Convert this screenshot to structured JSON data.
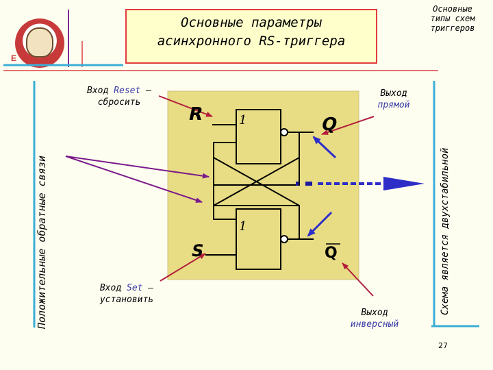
{
  "title": {
    "line1": "Основные параметры",
    "line2": "асинхронного RS-триггера"
  },
  "corner_note": {
    "line1": "Основные",
    "line2": "типы схем",
    "line3": "триггеров"
  },
  "left_vertical_text": "Положительные обратные связи",
  "right_vertical_text": "Схема является двухстабильной",
  "logo_letter": "E",
  "labels": {
    "reset_prefix": "Вход",
    "reset_word": "Reset",
    "reset_suffix": " –",
    "reset_line2": "сбросить",
    "set_prefix": "Вход",
    "set_word": "Set",
    "set_suffix": " –",
    "set_line2": "установить",
    "q_out_line1": "Выход",
    "q_out_line2": "прямой",
    "qbar_out_line1": "Выход",
    "qbar_out_line2": "инверсный"
  },
  "circuit": {
    "input_r": "R",
    "input_s": "S",
    "gate_top": "1",
    "gate_bottom": "1",
    "output_q": "Q",
    "output_qbar": "Q"
  },
  "colors": {
    "panel": "#e8dc84",
    "title_border": "#e23c3c",
    "arrow_red": "#b21e3c",
    "arrow_purple": "#7a1a8a",
    "arrow_blue": "#2d2dc8",
    "rule_blue": "#3aaed8",
    "rule_purple": "#7a2a9a"
  },
  "page_number": "27"
}
